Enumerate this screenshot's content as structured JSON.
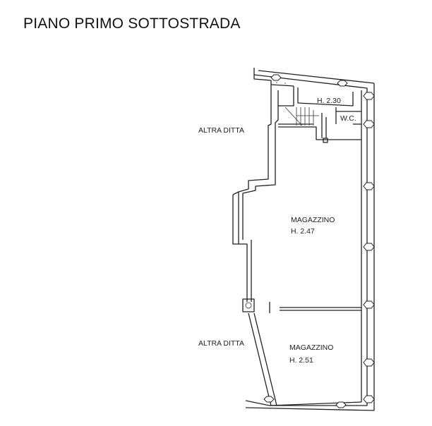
{
  "plan": {
    "title": "PIANO PRIMO SOTTOSTRADA",
    "rooms": {
      "wc": {
        "height": "H. 2.30",
        "name": "W.C."
      },
      "magazzino_upper": {
        "name": "MAGAZZINO",
        "height": "H. 2.47"
      },
      "magazzino_lower": {
        "name": "MAGAZZINO",
        "height": "H. 2.51"
      }
    },
    "neighbors": {
      "upper": "ALTRA DITTA",
      "lower": "ALTRA DITTA"
    }
  }
}
